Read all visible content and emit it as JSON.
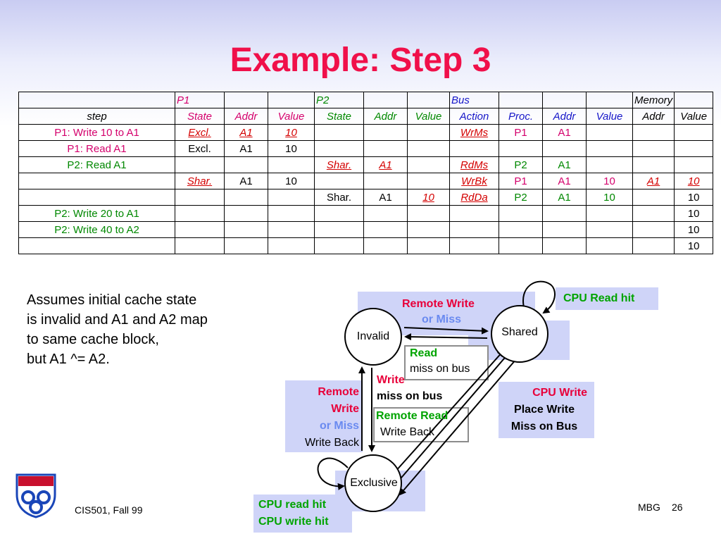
{
  "title": "Example: Step 3",
  "table": {
    "group_row": [
      "",
      "P1",
      "",
      "",
      "P2",
      "",
      "",
      "Bus",
      "",
      "",
      "",
      "Memory",
      ""
    ],
    "header_row": [
      "step",
      "State",
      "Addr",
      "Value",
      "State",
      "Addr",
      "Value",
      "Action",
      "Proc.",
      "Addr",
      "Value",
      "Addr",
      "Value"
    ],
    "rows": [
      [
        "P1: Write 10 to A1",
        "Excl.",
        "A1",
        "10",
        "",
        "",
        "",
        "WrMs",
        "P1",
        "A1",
        "",
        "",
        ""
      ],
      [
        "P1: Read A1",
        "Excl.",
        "A1",
        "10",
        "",
        "",
        "",
        "",
        "",
        "",
        "",
        "",
        ""
      ],
      [
        "P2: Read A1",
        "",
        "",
        "",
        "Shar.",
        "A1",
        "",
        "RdMs",
        "P2",
        "A1",
        "",
        "",
        ""
      ],
      [
        "",
        "Shar.",
        "A1",
        "10",
        "",
        "",
        "",
        "WrBk",
        "P1",
        "A1",
        "10",
        "A1",
        "10"
      ],
      [
        "",
        "",
        "",
        "",
        "Shar.",
        "A1",
        "10",
        "RdDa",
        "P2",
        "A1",
        "10",
        "",
        "10"
      ],
      [
        "P2: Write 20 to A1",
        "",
        "",
        "",
        "",
        "",
        "",
        "",
        "",
        "",
        "",
        "",
        "10"
      ],
      [
        "P2: Write 40 to A2",
        "",
        "",
        "",
        "",
        "",
        "",
        "",
        "",
        "",
        "",
        "",
        "10"
      ],
      [
        "",
        "",
        "",
        "",
        "",
        "",
        "",
        "",
        "",
        "",
        "",
        "",
        "10"
      ]
    ]
  },
  "assumption_lines": [
    "Assumes initial cache state",
    "is invalid and A1 and A2 map",
    "to same cache block,",
    "but A1 ^=  A2."
  ],
  "diagram": {
    "states": {
      "invalid": "Invalid",
      "shared": "Shared",
      "exclusive": "Exclusive"
    },
    "labels": {
      "cpu_read_hit": "CPU Read hit",
      "remote_write_top_1": "Remote Write",
      "remote_write_top_2": "or Miss",
      "read_1": "Read",
      "read_2": "miss on bus",
      "write_1": "Write",
      "write_2": "miss on bus",
      "remote_left_1": "Remote",
      "remote_left_2": "Write",
      "remote_left_3": "or Miss",
      "remote_left_4": "Write Back",
      "remote_read_1": "Remote Read",
      "remote_read_2": "Write Back",
      "cpu_write_1": "CPU Write",
      "cpu_write_2": "Place Write",
      "cpu_write_3": "Miss on Bus",
      "cpu_excl_1": "CPU read hit",
      "cpu_excl_2": "CPU write hit"
    }
  },
  "footer": {
    "left": "CIS501, Fall 99",
    "right": "MBG",
    "page": "26"
  },
  "colors": {
    "title": "#f0104a",
    "box_fill": "#cfd4f8"
  }
}
